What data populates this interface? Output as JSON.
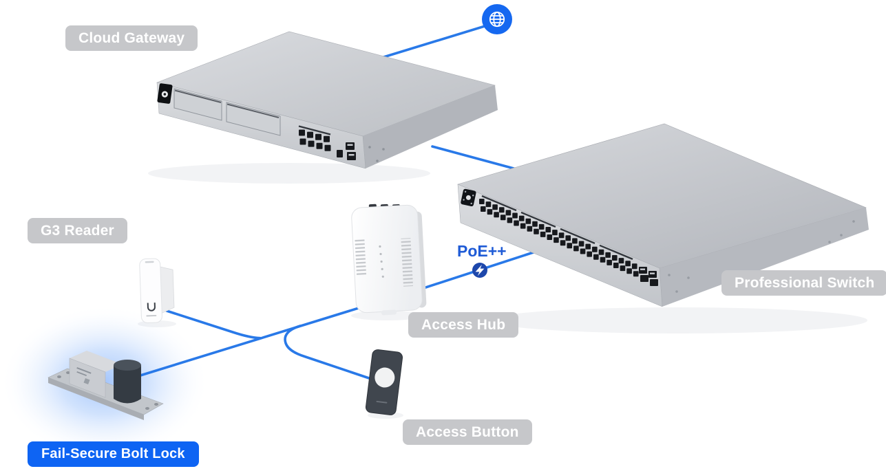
{
  "nodes": {
    "internet": {
      "icon": "globe-icon"
    },
    "cloud_gateway": {
      "label": "Cloud Gateway",
      "highlighted": false
    },
    "professional_switch": {
      "label": "Professional Switch",
      "highlighted": false
    },
    "access_hub": {
      "label": "Access Hub",
      "highlighted": false
    },
    "g3_reader": {
      "label": "G3 Reader",
      "highlighted": false
    },
    "access_button": {
      "label": "Access Button",
      "highlighted": false
    },
    "fail_secure_bolt_lock": {
      "label": "Fail-Secure Bolt Lock",
      "highlighted": true
    }
  },
  "poe_badge": {
    "label": "PoE++",
    "icon": "lightning-bolt-icon"
  },
  "connections": [
    {
      "from": "internet",
      "to": "cloud_gateway"
    },
    {
      "from": "cloud_gateway",
      "to": "professional_switch"
    },
    {
      "from": "professional_switch",
      "to": "access_hub",
      "via": "PoE++"
    },
    {
      "from": "access_hub",
      "to": "g3_reader"
    },
    {
      "from": "access_hub",
      "to": "fail_secure_bolt_lock"
    },
    {
      "from": "access_hub",
      "to": "access_button"
    }
  ],
  "colors": {
    "connection_blue": "#2979e8",
    "globe_badge_blue": "#1568f0",
    "poe_text_blue": "#1f5bd6",
    "poe_badge_navy": "#1d47ab",
    "highlight_label_blue": "#0e64f3",
    "label_gray": "#c6c7ca",
    "label_text_white": "#ffffff",
    "lock_glow_blue": "#5b96f8"
  }
}
